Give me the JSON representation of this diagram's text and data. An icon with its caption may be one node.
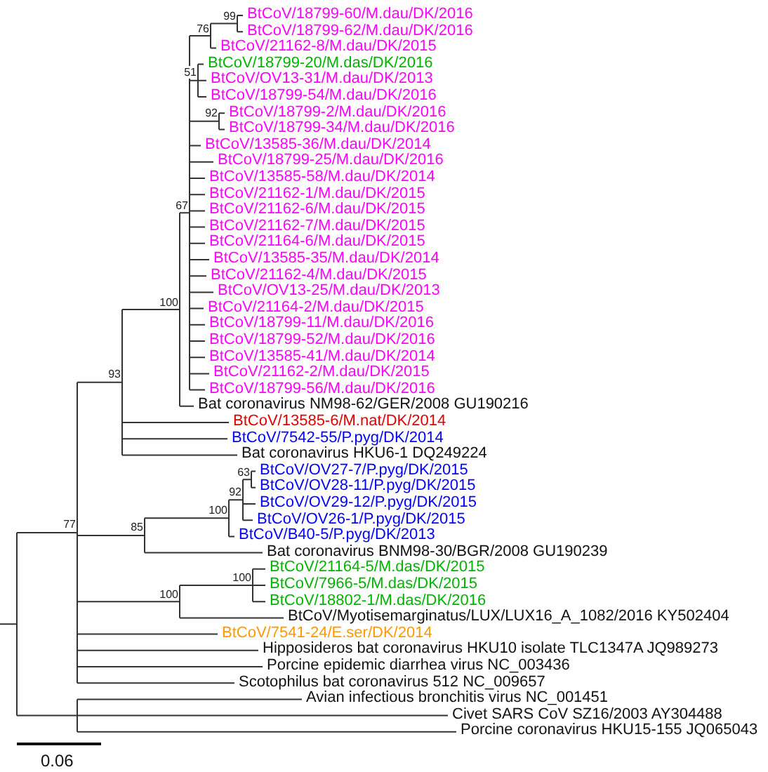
{
  "diagram": {
    "labels": [
      "BtCoV/18799-60/M.dau/DK/2016",
      "BtCoV/18799-62/M.dau/DK/2016",
      "BtCoV/21162-8/M.dau/DK/2015",
      "BtCoV/18799-20/M.das/DK/2016",
      "BtCoV/OV13-31/M.dau/DK/2013",
      "BtCoV/18799-54/M.dau/DK/2016",
      "BtCoV/18799-2/M.dau/DK/2016",
      "BtCoV/18799-34/M.dau/DK/2016",
      "BtCoV/13585-36/M.dau/DK/2014",
      "BtCoV/18799-25/M.dau/DK/2016",
      "BtCoV/13585-58/M.dau/DK/2014",
      "BtCoV/21162-1/M.dau/DK/2015",
      "BtCoV/21162-6/M.dau/DK/2015",
      "BtCoV/21162-7/M.dau/DK/2015",
      "BtCoV/21164-6/M.dau/DK/2015",
      "BtCoV/13585-35/M.dau/DK/2014",
      "BtCoV/21162-4/M.dau/DK/2015",
      "BtCoV/OV13-25/M.dau/DK/2013",
      "BtCoV/21164-2/M.dau/DK/2015",
      "BtCoV/18799-11/M.dau/DK/2016",
      "BtCoV/18799-52/M.dau/DK/2016",
      "BtCoV/13585-41/M.dau/DK/2014",
      "BtCoV/21162-2/M.dau/DK/2015",
      "BtCoV/18799-56/M.dau/DK/2016",
      "Bat coronavirus NM98-62/GER/2008 GU190216",
      "BtCoV/13585-6/M.nat/DK/2014",
      "BtCoV/7542-55/P.pyg/DK/2014",
      "Bat coronavirus HKU6-1 DQ249224",
      "BtCoV/OV27-7/P.pyg/DK/2015",
      "BtCoV/OV28-11/P.pyg/DK/2015",
      "BtCoV/OV29-12/P.pyg/DK/2015",
      "BtCoV/OV26-1/P.pyg/DK/2015",
      "BtCoV/B40-5/P.pyg/DK/2013",
      "Bat coronavirus BNM98-30/BGR/2008 GU190239",
      "BtCoV/21164-5/M.das/DK/2015",
      "BtCoV/7966-5/M.das/DK/2015",
      "BtCoV/18802-1/M.das/DK/2016",
      "BtCoV/Myotisemarginatus/LUX/LUX16_A_1082/2016 KY502404",
      "BtCoV/7541-24/E.ser/DK/2014",
      "Hipposideros bat coronavirus HKU10 isolate TLC1347A JQ989273",
      "Porcine epidemic diarrhea virus NC_003436",
      "Scotophilus bat coronavirus 512 NC_009657",
      "Avian infectious bronchitis virus NC_001451",
      "Civet SARS CoV SZ16/2003 AY304488",
      "Porcine coronavirus HKU15-155 JQ065043",
      "99",
      "76",
      "51",
      "92",
      "67",
      "100",
      "93",
      "63",
      "92",
      "100",
      "85",
      "100",
      "77",
      "100",
      "0.06"
    ]
  }
}
